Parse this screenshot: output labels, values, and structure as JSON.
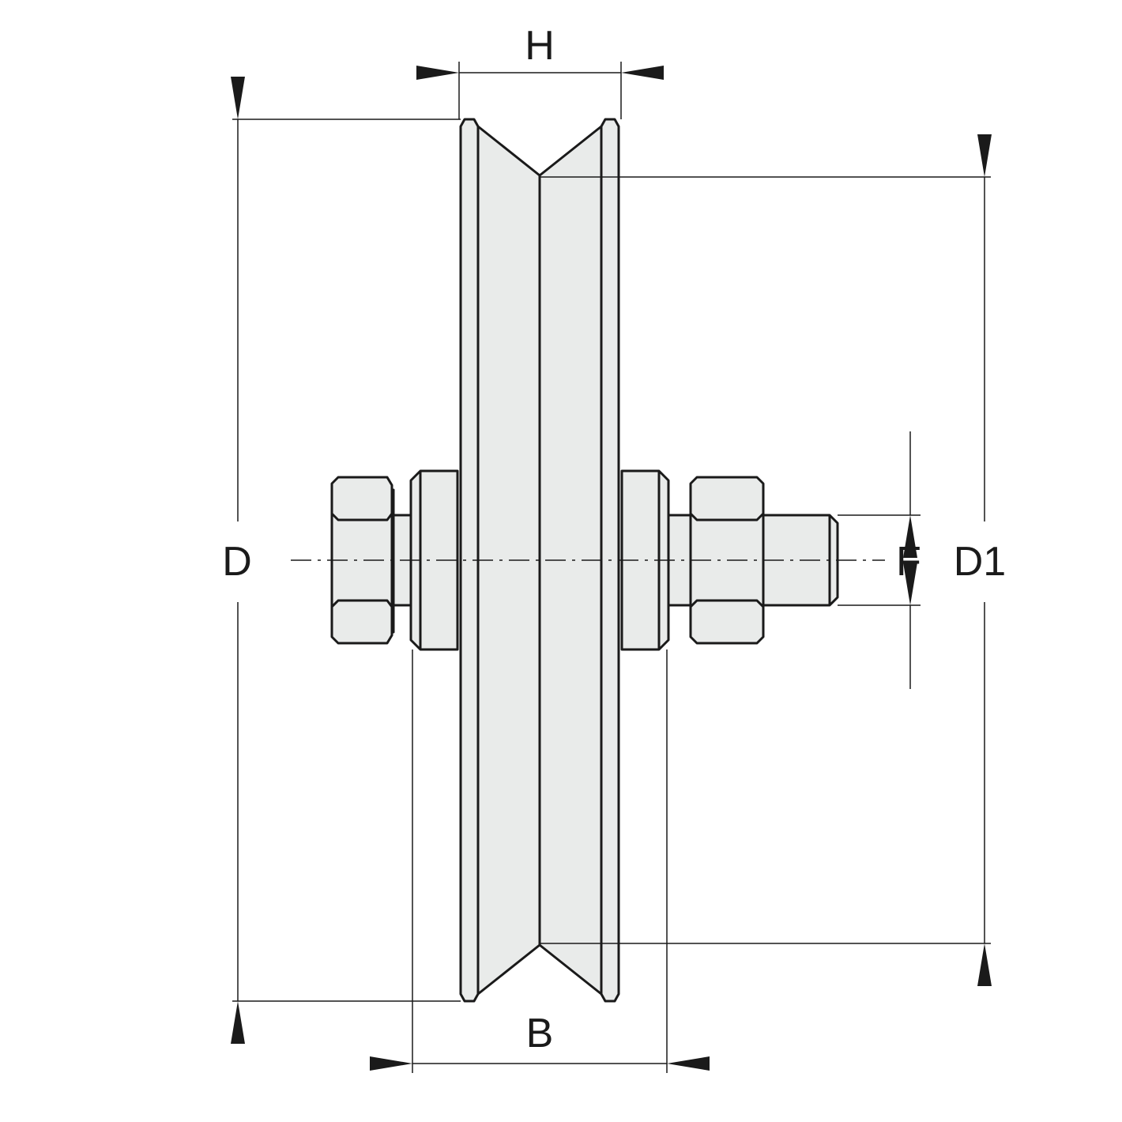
{
  "dimension_labels": {
    "h": "H",
    "d": "D",
    "d1": "D1",
    "f": "F",
    "b": "B"
  },
  "colors": {
    "fill": "#e9ebea",
    "stroke": "#1a1a1a",
    "background": "#ffffff"
  }
}
